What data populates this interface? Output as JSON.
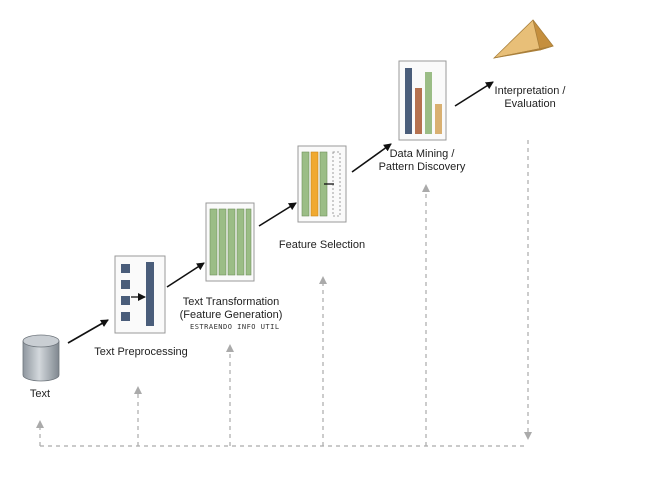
{
  "stages": {
    "text": {
      "label": "Text"
    },
    "preprocessing": {
      "label": "Text Preprocessing"
    },
    "transformation": {
      "label_line1": "Text Transformation",
      "label_line2": "(Feature Generation)",
      "handwritten_note": "ESTRAENDO INFO UTIL"
    },
    "selection": {
      "label": "Feature Selection"
    },
    "mining": {
      "label_line1": "Data Mining /",
      "label_line2": "Pattern Discovery"
    },
    "interpretation": {
      "label_line1": "Interpretation /",
      "label_line2": "Evaluation"
    }
  },
  "colors": {
    "navy": "#4a5d7a",
    "green": "#9bbd86",
    "orange": "#f0a930",
    "brown": "#b5714f",
    "tan": "#d9b071",
    "cylinder": "#a9b0b7",
    "pyramid": "#d9a85a",
    "arrow": "#111111",
    "dashed": "#aaaaaa"
  }
}
